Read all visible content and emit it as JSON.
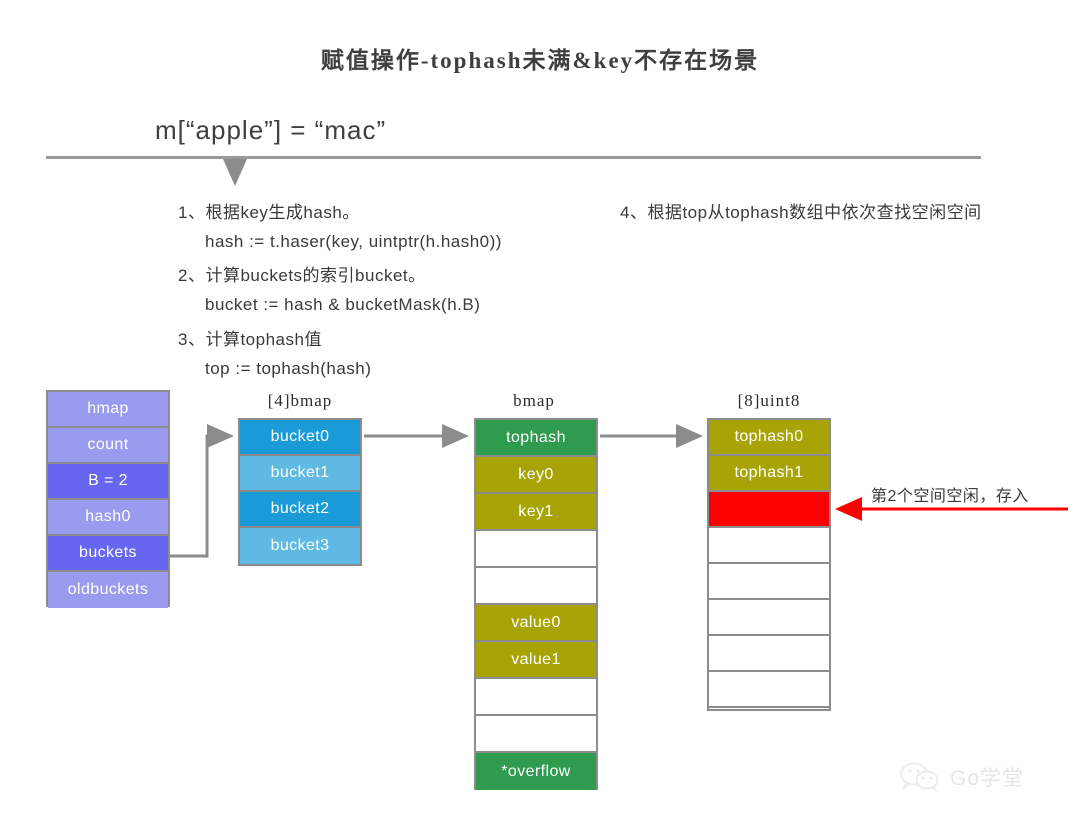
{
  "title": "赋值操作-tophash未满&key不存在场景",
  "expression": "m[“apple”] = “mac”",
  "steps": [
    {
      "line1": "1、根据key生成hash。",
      "line2": "hash := t.haser(key, uintptr(h.hash0))"
    },
    {
      "line1": "2、计算buckets的索引bucket。",
      "line2": "bucket := hash & bucketMask(h.B)"
    },
    {
      "line1": "3、计算tophash值",
      "line2": "top := tophash(hash)"
    },
    {
      "line1": "4、根据top从tophash数组中依次查找空闲空间",
      "line2": ""
    }
  ],
  "hmap": {
    "label": "",
    "cells": [
      {
        "text": "hmap",
        "style": "light"
      },
      {
        "text": "count",
        "style": "light"
      },
      {
        "text": "B = 2",
        "style": "dark"
      },
      {
        "text": "hash0",
        "style": "light"
      },
      {
        "text": "buckets",
        "style": "dark"
      },
      {
        "text": "oldbuckets",
        "style": "light"
      }
    ]
  },
  "bmap_array": {
    "label": "[4]bmap",
    "cells": [
      {
        "text": "bucket0",
        "style": "dark"
      },
      {
        "text": "bucket1",
        "style": "light"
      },
      {
        "text": "bucket2",
        "style": "dark"
      },
      {
        "text": "bucket3",
        "style": "light"
      }
    ]
  },
  "bmap": {
    "label": "bmap",
    "cells": [
      {
        "text": "tophash",
        "style": "green"
      },
      {
        "text": "key0",
        "style": "olive"
      },
      {
        "text": "key1",
        "style": "olive"
      },
      {
        "text": "",
        "style": "empty"
      },
      {
        "text": "",
        "style": "empty"
      },
      {
        "text": "value0",
        "style": "olive"
      },
      {
        "text": "value1",
        "style": "olive"
      },
      {
        "text": "",
        "style": "empty"
      },
      {
        "text": "",
        "style": "empty"
      },
      {
        "text": "*overflow",
        "style": "green"
      }
    ]
  },
  "tophash_array": {
    "label": "[8]uint8",
    "cells": [
      {
        "text": "tophash0",
        "style": "olive"
      },
      {
        "text": "tophash1",
        "style": "olive"
      },
      {
        "text": "",
        "style": "red"
      },
      {
        "text": "",
        "style": "empty"
      },
      {
        "text": "",
        "style": "empty"
      },
      {
        "text": "",
        "style": "empty"
      },
      {
        "text": "",
        "style": "empty"
      },
      {
        "text": "",
        "style": "empty"
      }
    ]
  },
  "annotation": {
    "free_slot_note": "第2个空间空闲，存入"
  },
  "watermark": {
    "text": "Go学堂"
  },
  "colors": {
    "hmap_light": "#9a9aee",
    "hmap_dark": "#6666f0",
    "bucket_dark": "#1a9bd7",
    "bucket_light": "#5fb9e2",
    "green": "#2e9b4e",
    "olive": "#a9a405",
    "red": "#fa0000",
    "arrow_gray": "#8c8c8c",
    "arrow_red": "#ff0000"
  }
}
